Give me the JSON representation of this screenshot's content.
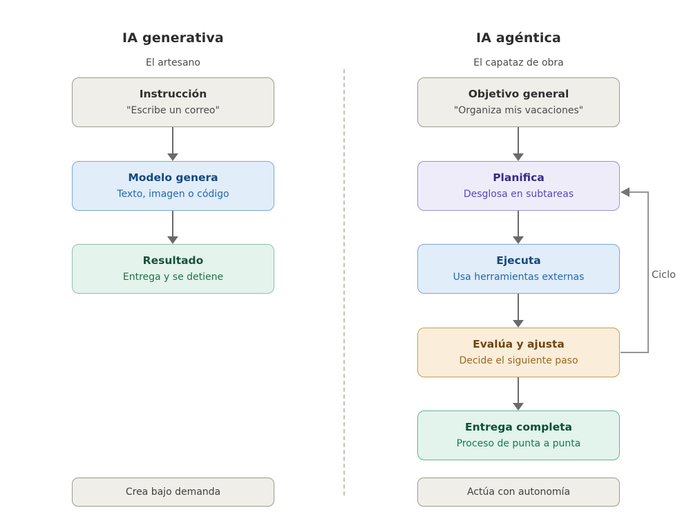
{
  "diagram": {
    "left": {
      "title": "IA generativa",
      "subtitle": "El artesano",
      "boxes": [
        {
          "title": "Instrucción",
          "subtitle": "\"Escribe un correo\"",
          "theme": "gray"
        },
        {
          "title": "Modelo genera",
          "subtitle": "Texto, imagen o código",
          "theme": "blue"
        },
        {
          "title": "Resultado",
          "subtitle": "Entrega y se detiene",
          "theme": "green"
        }
      ],
      "footer": "Crea bajo demanda"
    },
    "right": {
      "title": "IA agéntica",
      "subtitle": "El capataz de obra",
      "boxes": [
        {
          "title": "Objetivo general",
          "subtitle": "\"Organiza mis vacaciones\"",
          "theme": "gray"
        },
        {
          "title": "Planifica",
          "subtitle": "Desglosa en subtareas",
          "theme": "purple"
        },
        {
          "title": "Ejecuta",
          "subtitle": "Usa herramientas externas",
          "theme": "blue"
        },
        {
          "title": "Evalúa y ajusta",
          "subtitle": "Decide el siguiente paso",
          "theme": "orange"
        },
        {
          "title": "Entrega completa",
          "subtitle": "Proceso de punta a punta",
          "theme": "teal"
        }
      ],
      "footer": "Actúa con autonomía",
      "loop_label": "Ciclo"
    },
    "colors": {
      "background": "#ffffff",
      "arrow": "#6a6a6a",
      "loop_line": "#949494",
      "divider": "#c1c1b8",
      "themes": {
        "gray": {
          "fill": "#efeee8",
          "border": "#9b9b91",
          "title": "#2f2f2f",
          "subtitle": "#4b4b4b"
        },
        "blue": {
          "fill": "#e1edf9",
          "border": "#79a7d9",
          "title": "#14497f",
          "subtitle": "#2268ad"
        },
        "green": {
          "fill": "#e4f3ec",
          "border": "#8fc0a8",
          "title": "#15543a",
          "subtitle": "#20714a"
        },
        "purple": {
          "fill": "#efecfa",
          "border": "#9a8fd0",
          "title": "#372a8c",
          "subtitle": "#5747bd"
        },
        "orange": {
          "fill": "#faeeda",
          "border": "#c99c54",
          "title": "#6f4512",
          "subtitle": "#9a661f"
        },
        "teal": {
          "fill": "#e2f4ec",
          "border": "#5fb693",
          "title": "#0b4f38",
          "subtitle": "#157a54"
        }
      }
    }
  }
}
